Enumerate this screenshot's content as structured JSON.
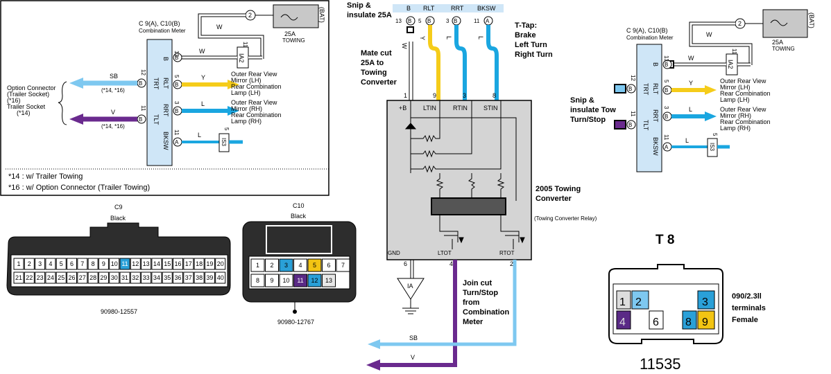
{
  "colors": {
    "sb": "#7ec8f0",
    "v": "#6a2a8e",
    "y": "#f5cc1a",
    "l": "#1aa6e0",
    "white": "#ffffff",
    "fuse": "#c8c8c8",
    "meter": "#cfe6f7",
    "converter": "#d4d4d4",
    "pin_blue": "#2aa0d8",
    "pin_purple": "#5a2a86",
    "pin_yellow": "#f2c413",
    "black": "#000000",
    "gray_box": "#e8e8e8"
  },
  "icons": [
    "fuse-icon",
    "ground-icon",
    "connector-icon",
    "arrow-icon",
    "snip-icon"
  ],
  "left_diagram": {
    "title": "C 9(A), C10(B)",
    "subtitle": "Combination Meter",
    "bat": "(BAT)",
    "fuse_pin": "2",
    "fuse_label": "25A",
    "fuse_sublabel": "TOWING",
    "w_top": "W",
    "w_mid": "W",
    "ia2": "IA2",
    "ia2_pin": "11",
    "b_pin": "13",
    "b_conn": "B",
    "pins": [
      {
        "pin": "13",
        "conn": "B",
        "label": "B"
      },
      {
        "pin": "5",
        "conn": "B",
        "label": "RLT"
      },
      {
        "pin": "3",
        "conn": "B",
        "label": "RRT"
      },
      {
        "pin": "11",
        "conn": "A",
        "label": "BKSW"
      },
      {
        "pin": "12",
        "conn": "B",
        "label": "TRT"
      },
      {
        "pin": "11",
        "conn": "B",
        "label": "TLT"
      }
    ],
    "y_wire": "Y",
    "l_wire_1": "L",
    "l_wire_2": "L",
    "out_lh_1": "Outer Rear View",
    "out_lh_2": "Mirror (LH)",
    "out_lh_3": "Rear Combination",
    "out_lh_4": "Lamp (LH)",
    "out_rh_1": "Outer Rear View",
    "out_rh_2": "Mirror (RH)",
    "out_rh_3": "Rear Combination",
    "out_rh_4": "Lamp (RH)",
    "is3": "IS3",
    "is3_pin": "5",
    "sb_wire": "SB",
    "v_wire": "V",
    "sb_note": "(*14, *16)",
    "v_note": "(*14, *16)",
    "opt_1": "Option Connector",
    "opt_2": "(Trailer Socket)",
    "opt_3": "(*16)",
    "ts_1": "Trailer Socket",
    "ts_2": "(*14)",
    "note_1": "*14 : w/ Trailer Towing",
    "note_2": "*16 : w/ Option Connector (Trailer Towing)"
  },
  "c9": {
    "title": "C9",
    "color": "Black",
    "part": "90980-12557",
    "row1": [
      "1",
      "2",
      "3",
      "4",
      "5",
      "6",
      "7",
      "8",
      "9",
      "10",
      "11",
      "12",
      "13",
      "14",
      "15",
      "16",
      "17",
      "18",
      "19",
      "20"
    ],
    "row2": [
      "21",
      "22",
      "23",
      "24",
      "25",
      "26",
      "27",
      "28",
      "29",
      "30",
      "31",
      "32",
      "33",
      "34",
      "35",
      "36",
      "37",
      "38",
      "39",
      "40"
    ]
  },
  "c10": {
    "title": "C10",
    "color": "Black",
    "part": "90980-12767",
    "row1": [
      "1",
      "2",
      "3",
      "4",
      "5",
      "6",
      "7"
    ],
    "row2": [
      "8",
      "9",
      "10",
      "11",
      "12",
      "13"
    ]
  },
  "middle": {
    "snip_1": "Snip &",
    "snip_2": "insulate 25A",
    "header": [
      "B",
      "RLT",
      "RRT",
      "BKSW"
    ],
    "hdr_pins": [
      {
        "pin": "13",
        "conn": "B"
      },
      {
        "pin": "5",
        "conn": "B"
      },
      {
        "pin": "3",
        "conn": "B"
      },
      {
        "pin": "11",
        "conn": "A"
      }
    ],
    "w_wire": "W",
    "y_wire": "Y",
    "l_wire_1": "L",
    "l_wire_2": "L",
    "mate_1": "Mate cut",
    "mate_2": "25A to",
    "mate_3": "Towing",
    "mate_4": "Converter",
    "ttap_1": "T-Tap:",
    "ttap_2": "Brake",
    "ttap_3": "Left Turn",
    "ttap_4": "Right Turn",
    "top_pins": [
      "1",
      "9",
      "3",
      "8"
    ],
    "inputs": [
      "+B",
      "LTIN",
      "RTIN",
      "STIN"
    ],
    "outputs": [
      "GND",
      "LTOT",
      "RTOT"
    ],
    "bottom_pins": [
      "6",
      "4",
      "2"
    ],
    "ground": "IA",
    "conv_1": "2005 Towing",
    "conv_2": "Converter",
    "relay": "(Towing Converter Relay)",
    "join_1": "Join cut",
    "join_2": "Turn/Stop",
    "join_3": "from",
    "join_4": "Combination",
    "join_5": "Meter",
    "sb_wire": "SB",
    "v_wire": "V"
  },
  "right_diagram": {
    "title": "C 9(A), C10(B)",
    "subtitle": "Combination Meter",
    "bat": "(BAT)",
    "fuse_pin": "2",
    "fuse_label": "25A",
    "fuse_sublabel": "TOWING",
    "w_top": "W",
    "w_mid": "W",
    "ia2": "IA2",
    "ia2_pin": "11",
    "pins": [
      {
        "pin": "13",
        "conn": "B",
        "label": "B"
      },
      {
        "pin": "5",
        "conn": "B",
        "label": "RLT"
      },
      {
        "pin": "3",
        "conn": "B",
        "label": "RRT"
      },
      {
        "pin": "11",
        "conn": "A",
        "label": "BKSW"
      },
      {
        "pin": "12",
        "conn": "B",
        "label": "TRT"
      },
      {
        "pin": "11",
        "conn": "B",
        "label": "TLT"
      }
    ],
    "y_wire": "Y",
    "l_wire_1": "L",
    "l_wire_2": "L",
    "out_lh_1": "Outer Rear View",
    "out_lh_2": "Mirror (LH)",
    "out_lh_3": "Rear Combination",
    "out_lh_4": "Lamp (LH)",
    "out_rh_1": "Outer Rear View",
    "out_rh_2": "Mirror (RH)",
    "out_rh_3": "Rear Combination",
    "out_rh_4": "Lamp (RH)",
    "is3": "IS3",
    "is3_pin": "5",
    "snip_1": "Snip &",
    "snip_2": "insulate Tow",
    "snip_3": "Turn/Stop"
  },
  "t8": {
    "title": "T 8",
    "cells": [
      "1",
      "2",
      "3",
      "4",
      "6",
      "8",
      "9"
    ],
    "spec_1": "090/2.3ll",
    "spec_2": "terminals",
    "spec_3": "Female",
    "part": "11535"
  }
}
